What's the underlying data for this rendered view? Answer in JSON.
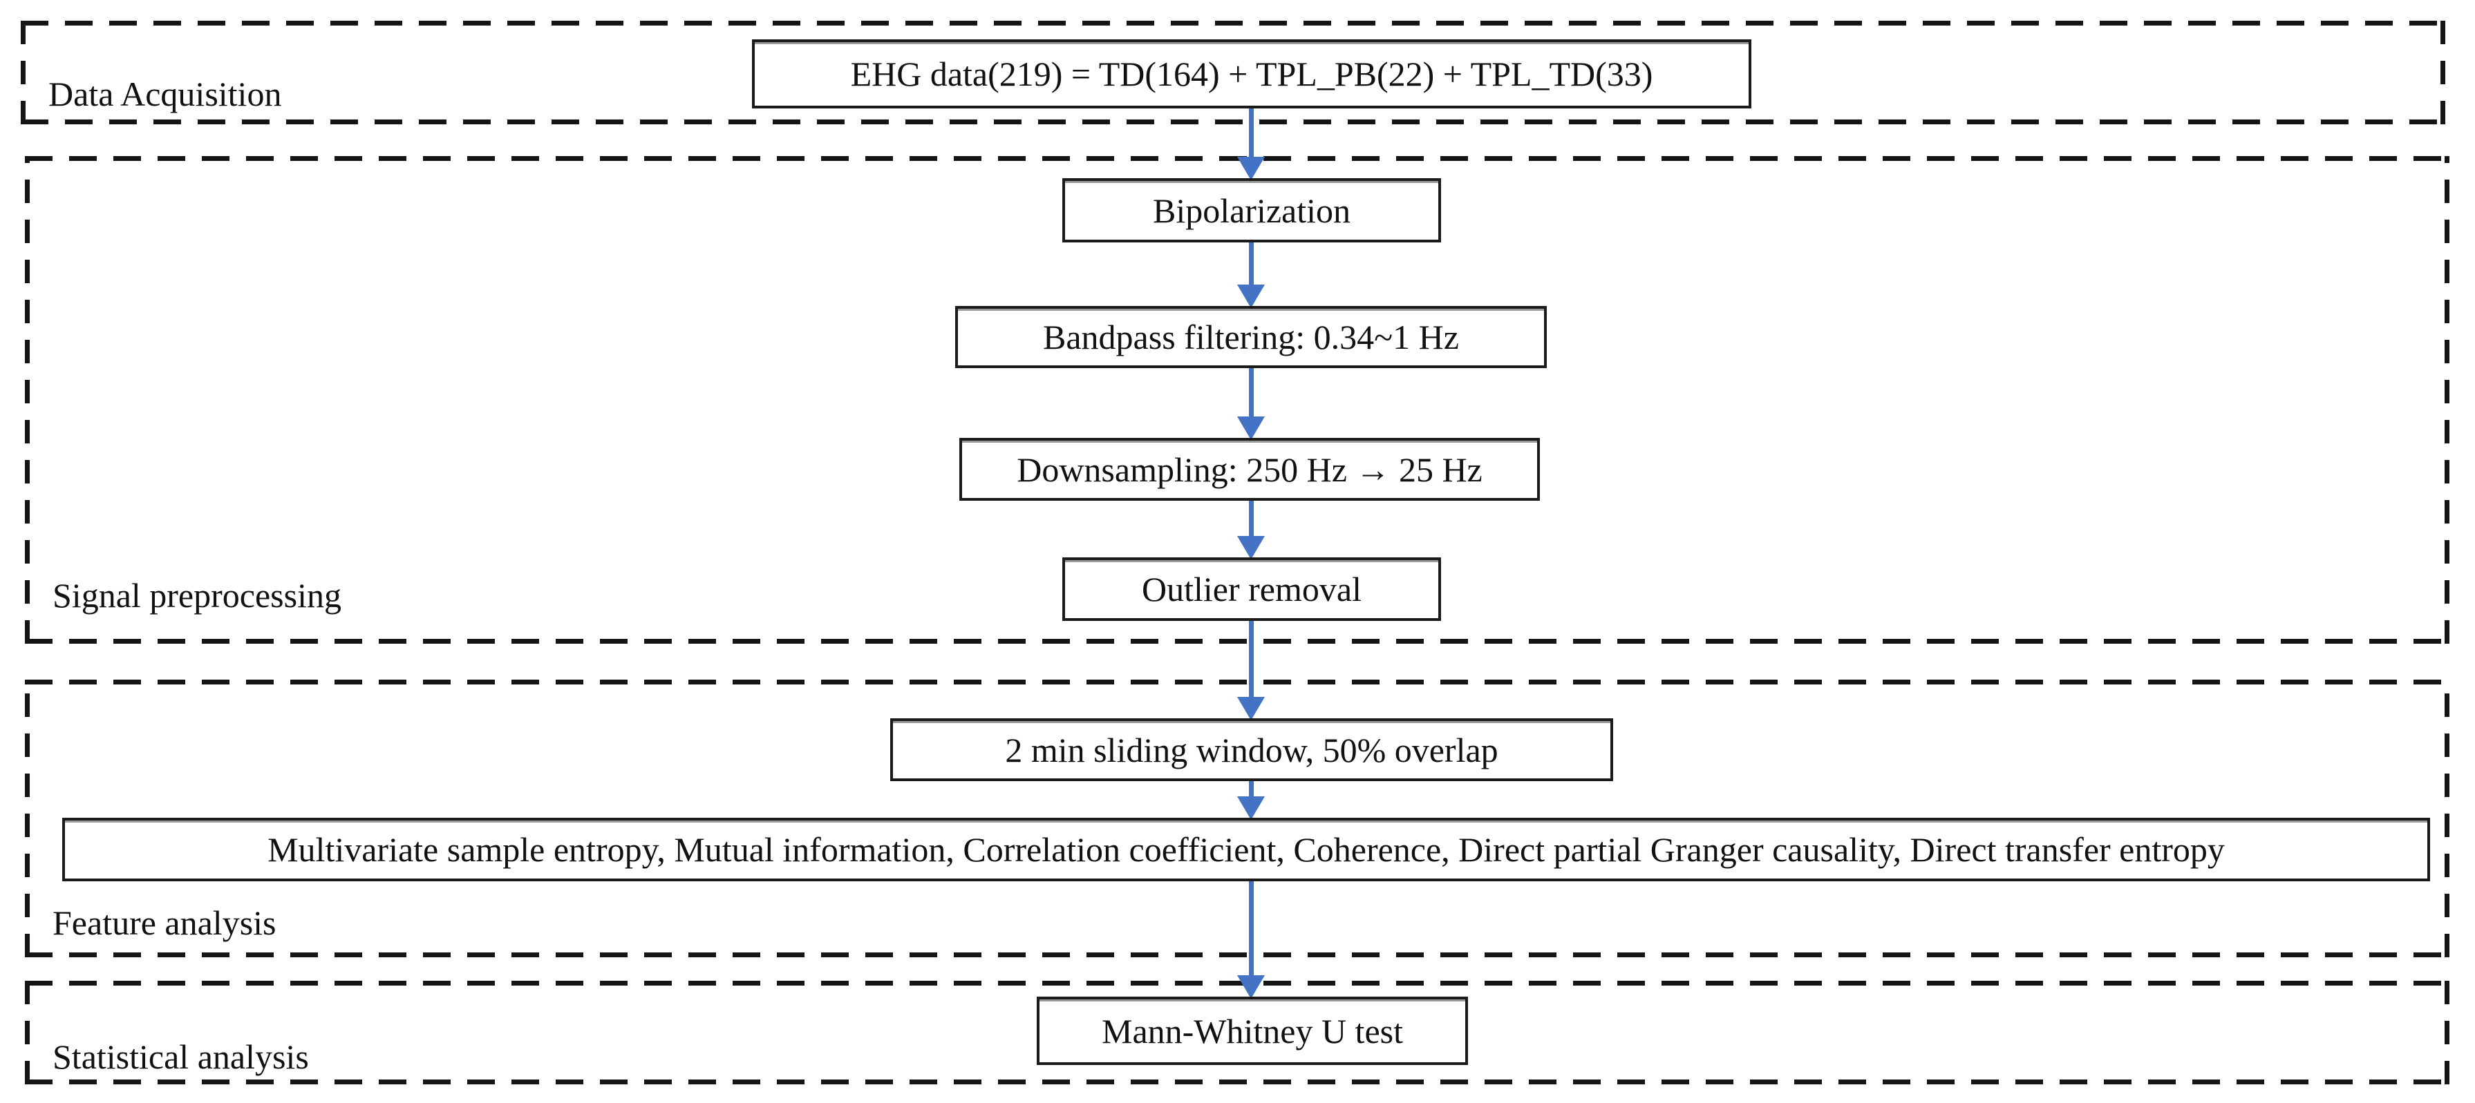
{
  "figure": {
    "background": "#ffffff",
    "colors": {
      "arrow": "#4472c4",
      "line": "#151515",
      "text": "#111111"
    },
    "sections": [
      {
        "id": "data-acquisition",
        "label": "Data Acquisition"
      },
      {
        "id": "signal-preprocessing",
        "label": "Signal preprocessing"
      },
      {
        "id": "feature-analysis",
        "label": "Feature analysis"
      },
      {
        "id": "statistical-analysis",
        "label": "Statistical analysis"
      }
    ],
    "nodes": [
      {
        "id": "ehg-data",
        "label": "EHG data(219) = TD(164) + TPL_PB(22) + TPL_TD(33)"
      },
      {
        "id": "bipolarization",
        "label": "Bipolarization"
      },
      {
        "id": "bandpass-filtering",
        "label": "Bandpass filtering: 0.34~1 Hz"
      },
      {
        "id": "downsampling",
        "label": "Downsampling: 250 Hz → 25 Hz"
      },
      {
        "id": "outlier-removal",
        "label": "Outlier removal"
      },
      {
        "id": "sliding-window",
        "label": "2 min sliding window, 50% overlap"
      },
      {
        "id": "features",
        "label": "Multivariate sample entropy, Mutual information, Correlation coefficient, Coherence, Direct partial Granger causality, Direct transfer entropy"
      },
      {
        "id": "mann-whitney",
        "label": "Mann-Whitney U test"
      }
    ],
    "arrows": [
      {
        "from": "ehg-data",
        "to": "bipolarization"
      },
      {
        "from": "bipolarization",
        "to": "bandpass-filtering"
      },
      {
        "from": "bandpass-filtering",
        "to": "downsampling"
      },
      {
        "from": "downsampling",
        "to": "outlier-removal"
      },
      {
        "from": "outlier-removal",
        "to": "sliding-window"
      },
      {
        "from": "sliding-window",
        "to": "features"
      },
      {
        "from": "features",
        "to": "mann-whitney"
      }
    ]
  }
}
